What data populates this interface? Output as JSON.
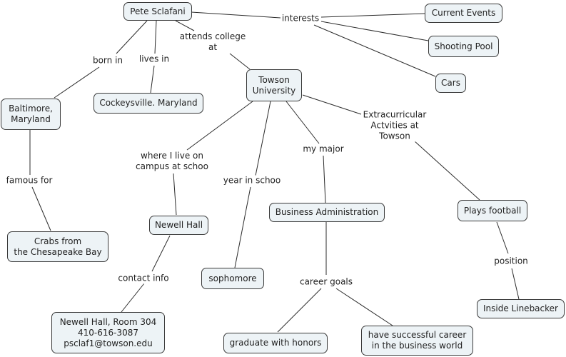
{
  "concepts": {
    "pete": "Pete Sclafani",
    "current_events": "Current Events",
    "shooting_pool": "Shooting Pool",
    "cars": "Cars",
    "baltimore": "Baltimore,\nMaryland",
    "cockeysville": "Cockeysville. Maryland",
    "towson": "Towson\nUniversity",
    "crabs": "Crabs from\nthe Chesapeake Bay",
    "newell_hall": "Newell Hall",
    "business_admin": "Business Administration",
    "plays_football": "Plays football",
    "sophomore": "sophomore",
    "contact": "Newell Hall, Room 304\n410-616-3087\npsclaf1@towson.edu",
    "inside_linebacker": "Inside Linebacker",
    "graduate_honors": "graduate with honors",
    "successful_career": "have successful career\nin the business world"
  },
  "linking_phrases": {
    "interests": "interests",
    "attends_college": "attends college\nat",
    "born_in": "born in",
    "lives_in": "lives in",
    "famous_for": "famous for",
    "where_live": "where I live on\ncampus at schoo",
    "year_in_school": "year in schoo",
    "my_major": "my major",
    "extracurricular": "Extracurricular\nActvities at\nTowson",
    "position": "position",
    "contact_info": "contact info",
    "career_goals": "career goals"
  },
  "colors": {
    "node_fill": "#edf3f6",
    "node_border": "#3a3a3a",
    "line": "#2b2b2b"
  }
}
